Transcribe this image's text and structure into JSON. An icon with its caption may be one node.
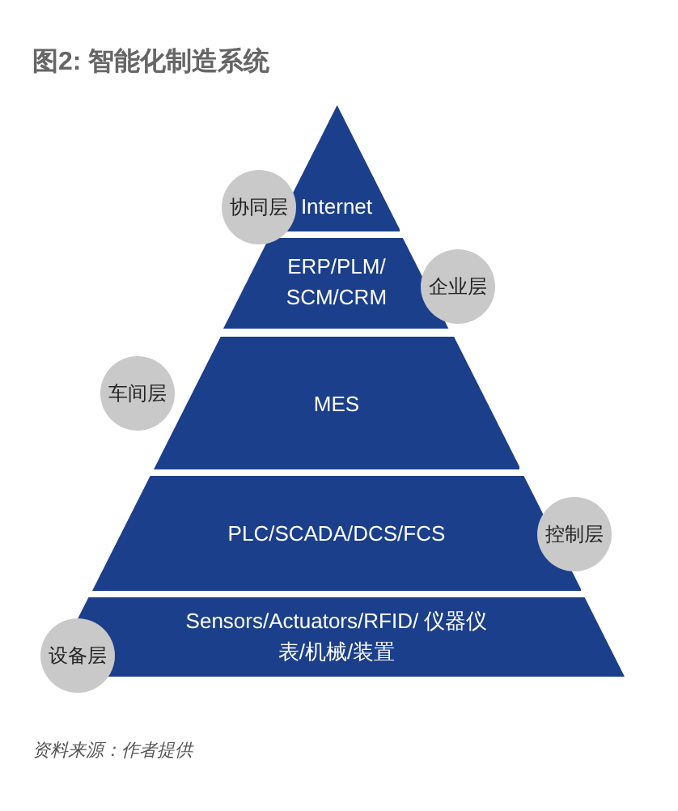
{
  "diagram": {
    "title": "图2: 智能化制造系统",
    "caption": "资料来源：作者提供",
    "nodes": [
      {
        "text": [
          "协同层"
        ]
      },
      {
        "text": [
          "Internet"
        ]
      },
      {
        "text": [
          "ERP/PLM/ SCM/CRM"
        ]
      },
      {
        "text": [
          "企业层"
        ]
      },
      {
        "text": [
          "车间层"
        ]
      },
      {
        "text": [
          "MES"
        ]
      },
      {
        "text": [
          "PLC/SCADA/DCS/FCS"
        ]
      },
      {
        "text": [
          "控制层"
        ]
      },
      {
        "text": [
          "设备层"
        ]
      },
      {
        "text": [
          "Sensors/Actuators/RFID/ 仪器仪表/机械/装置"
        ]
      }
    ]
  }
}
